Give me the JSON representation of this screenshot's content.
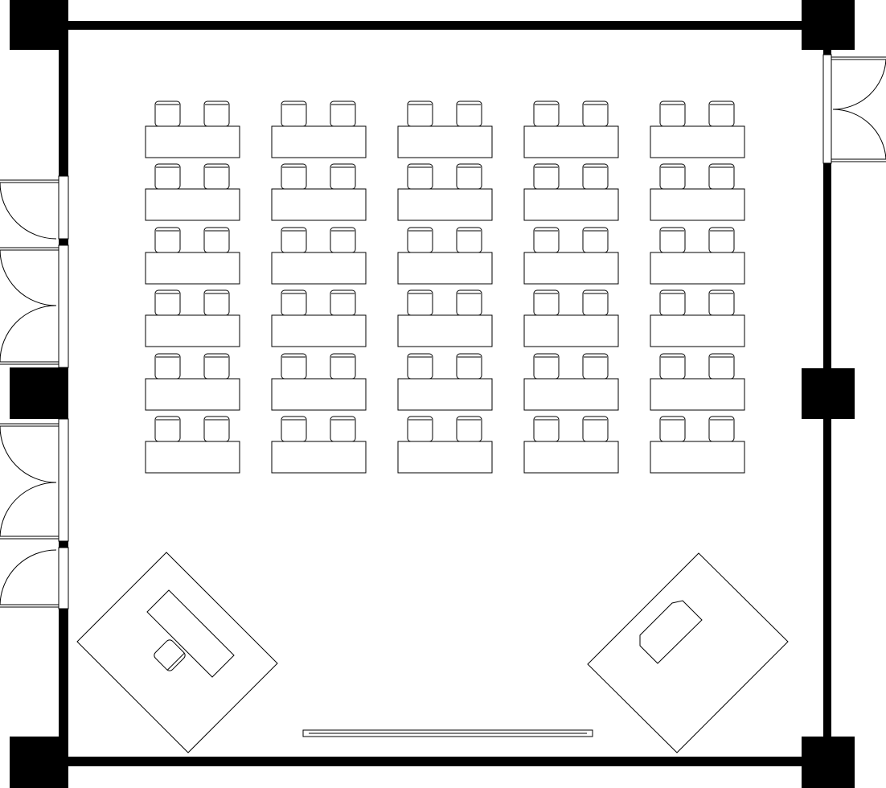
{
  "plan": {
    "layout": {
      "desk_columns": 5,
      "desk_rows": 6,
      "chairs_per_desk": 2
    },
    "colors": {
      "wall": "#000000",
      "line": "#000000",
      "background": "#ffffff"
    }
  }
}
